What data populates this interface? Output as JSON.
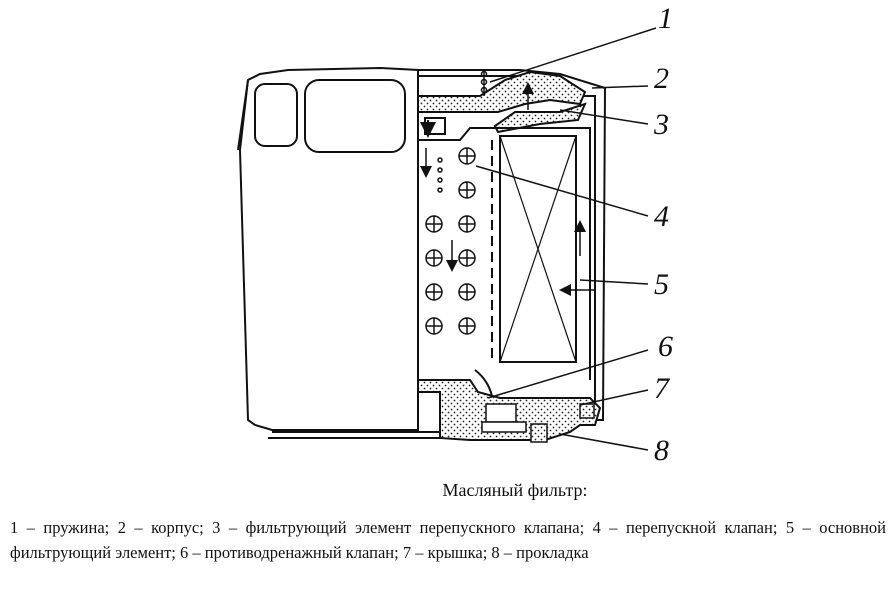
{
  "labels": [
    {
      "num": "1",
      "text": "пружина"
    },
    {
      "num": "2",
      "text": "корпус"
    },
    {
      "num": "3",
      "text": "фильтрующий элемент перепускного клапана"
    },
    {
      "num": "4",
      "text": "перепускной клапан"
    },
    {
      "num": "5",
      "text": "основной фильтрующий элемент"
    },
    {
      "num": "6",
      "text": "противодренажный клапан"
    },
    {
      "num": "7",
      "text": "крышка"
    },
    {
      "num": "8",
      "text": "прокладка"
    }
  ],
  "caption": {
    "title": "Масляный фильтр:",
    "legend": "1 – пружина; 2 – корпус; 3 – фильтрующий элемент перепускного клапана; 4 – перепускной клапан; 5 – основной фильтрующий элемент; 6 – противодренажный клапан; 7 – крышка; 8 – прокладка"
  }
}
